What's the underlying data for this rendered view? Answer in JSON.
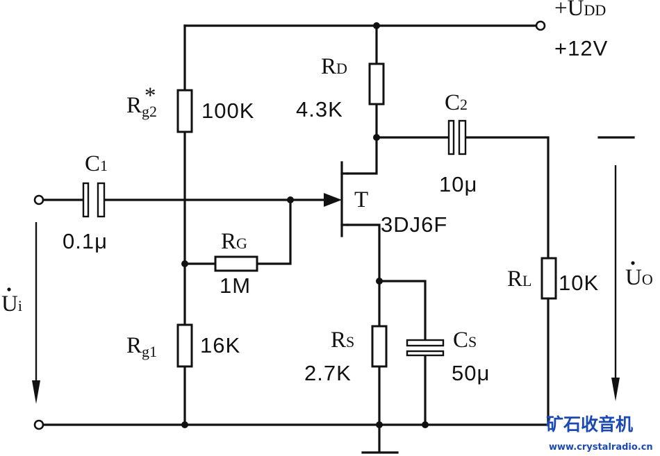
{
  "supply": {
    "label": "+U",
    "sub": "DD",
    "voltage": "+12V"
  },
  "components": {
    "rg2": {
      "label": "R",
      "sub": "g2",
      "star": "*",
      "value": "100K"
    },
    "rd": {
      "label": "R",
      "sub": "D",
      "value": "4.3K"
    },
    "c1": {
      "label": "C",
      "sub": "1",
      "value": "0.1μ"
    },
    "c2": {
      "label": "C",
      "sub": "2",
      "value": "10μ"
    },
    "rg": {
      "label": "R",
      "sub": "G",
      "value": "1M"
    },
    "rg1": {
      "label": "R",
      "sub": "g1",
      "value": "16K"
    },
    "rs": {
      "label": "R",
      "sub": "S",
      "value": "2.7K"
    },
    "cs": {
      "label": "C",
      "sub": "S",
      "value": "50μ"
    },
    "rl": {
      "label": "R",
      "sub": "L",
      "value": "10K"
    },
    "transistor": {
      "label": "T",
      "model": "3DJ6F"
    }
  },
  "ports": {
    "input": {
      "label": "U",
      "sub": "i"
    },
    "output": {
      "label": "U",
      "sub": "O"
    }
  },
  "watermark": {
    "name": "矿石收音机",
    "url": "www.crystalradio.cn"
  }
}
